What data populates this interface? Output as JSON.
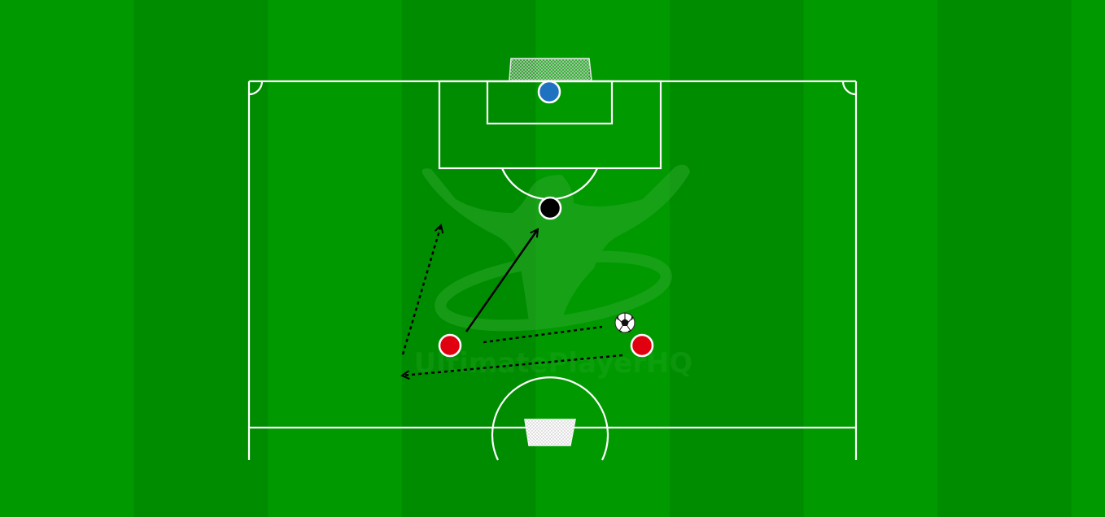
{
  "colors": {
    "stripe_a": "#009a00",
    "stripe_b": "#008c00",
    "lines": "#ffffff",
    "goalkeeper": "#1f72c0",
    "defender": "#000000",
    "attacker": "#e00010",
    "run_arrow": "#000000",
    "watermark": "#2aa82a"
  },
  "watermark": {
    "text": "UltimatePlayerHQ",
    "icon": "player-silhouette-logo"
  },
  "icons": {
    "ball": "soccer-ball-icon",
    "goal": "goal-net-icon",
    "mini_goal": "mini-goal-net-icon"
  },
  "players": [
    {
      "role": "goalkeeper",
      "team": "blue"
    },
    {
      "role": "defender",
      "team": "black"
    },
    {
      "role": "attacker-left",
      "team": "red"
    },
    {
      "role": "attacker-right",
      "team": "red"
    }
  ]
}
